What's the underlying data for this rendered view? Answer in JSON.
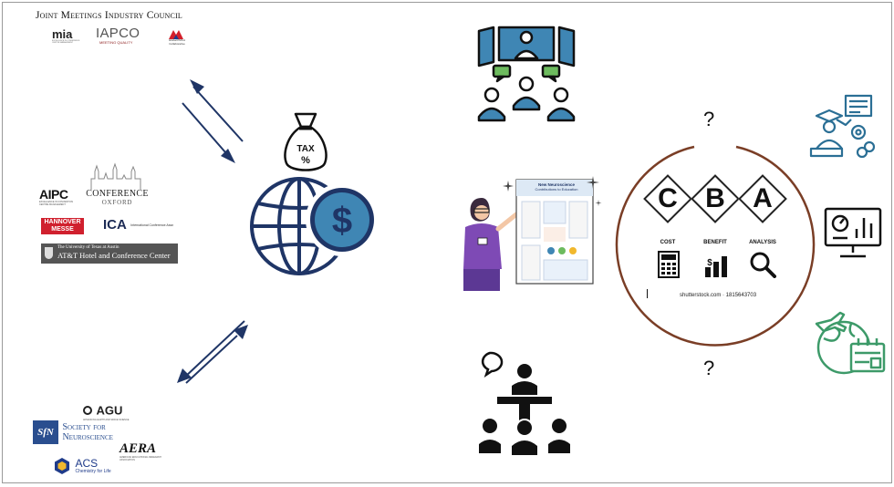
{
  "jmic": {
    "title": "Joint Meetings Industry Council",
    "logos": [
      "mia",
      "IAPCO",
      "Global PMCA Collaborative"
    ],
    "mia_sub": "EXCELLENCE IN CONFERENCE CENTRE MANAGEMENT",
    "iapco_sub": "MEETING QUALITY"
  },
  "venues": {
    "aipc": "AIPC",
    "aipc_sub": "EXCELLENCE IN CONVENTION CENTRE MANAGEMENT",
    "conference_oxford_1": "CONFERENCE",
    "conference_oxford_2": "OXFORD",
    "hannover_1": "HANNOVER",
    "hannover_2": "MESSE",
    "ica": "ICA",
    "ica_sub": "International Conference Assn",
    "ut_1": "The University of Texas at Austin",
    "ut_2": "AT&T Hotel and Conference Center"
  },
  "societies": {
    "agu": "AGU",
    "agu_sub": "ADVANCING EARTH AND SPACE SCIENCE",
    "sfn_mark": "SfN",
    "sfn_1": "Society for",
    "sfn_2": "Neuroscience",
    "aera": "AERA",
    "aera_sub": "AMERICAN EDUCATIONAL RESEARCH ASSOCIATION",
    "acs": "ACS",
    "acs_sub": "Chemistry for Life"
  },
  "center": {
    "tax_1": "TAX",
    "tax_2": "%",
    "dollar": "$"
  },
  "poster": {
    "title_1": "New Neuroscience",
    "title_2": "Contributions to Education"
  },
  "cba": {
    "letters": [
      "C",
      "B",
      "A"
    ],
    "labels": [
      "COST",
      "BENEFIT",
      "ANALYSIS"
    ],
    "credit": "shutterstock.com · 1815643703",
    "question_top": "?",
    "question_bottom": "?"
  },
  "colors": {
    "navy": "#1f3566",
    "arrow": "#1f3566",
    "circle_ring": "#7a3e26",
    "dollar_fill": "#3f86b4",
    "icon_teal": "#2b6f95",
    "icon_green": "#3d9a69",
    "hannover_red": "#d0202e",
    "ut_bg": "#555555"
  }
}
